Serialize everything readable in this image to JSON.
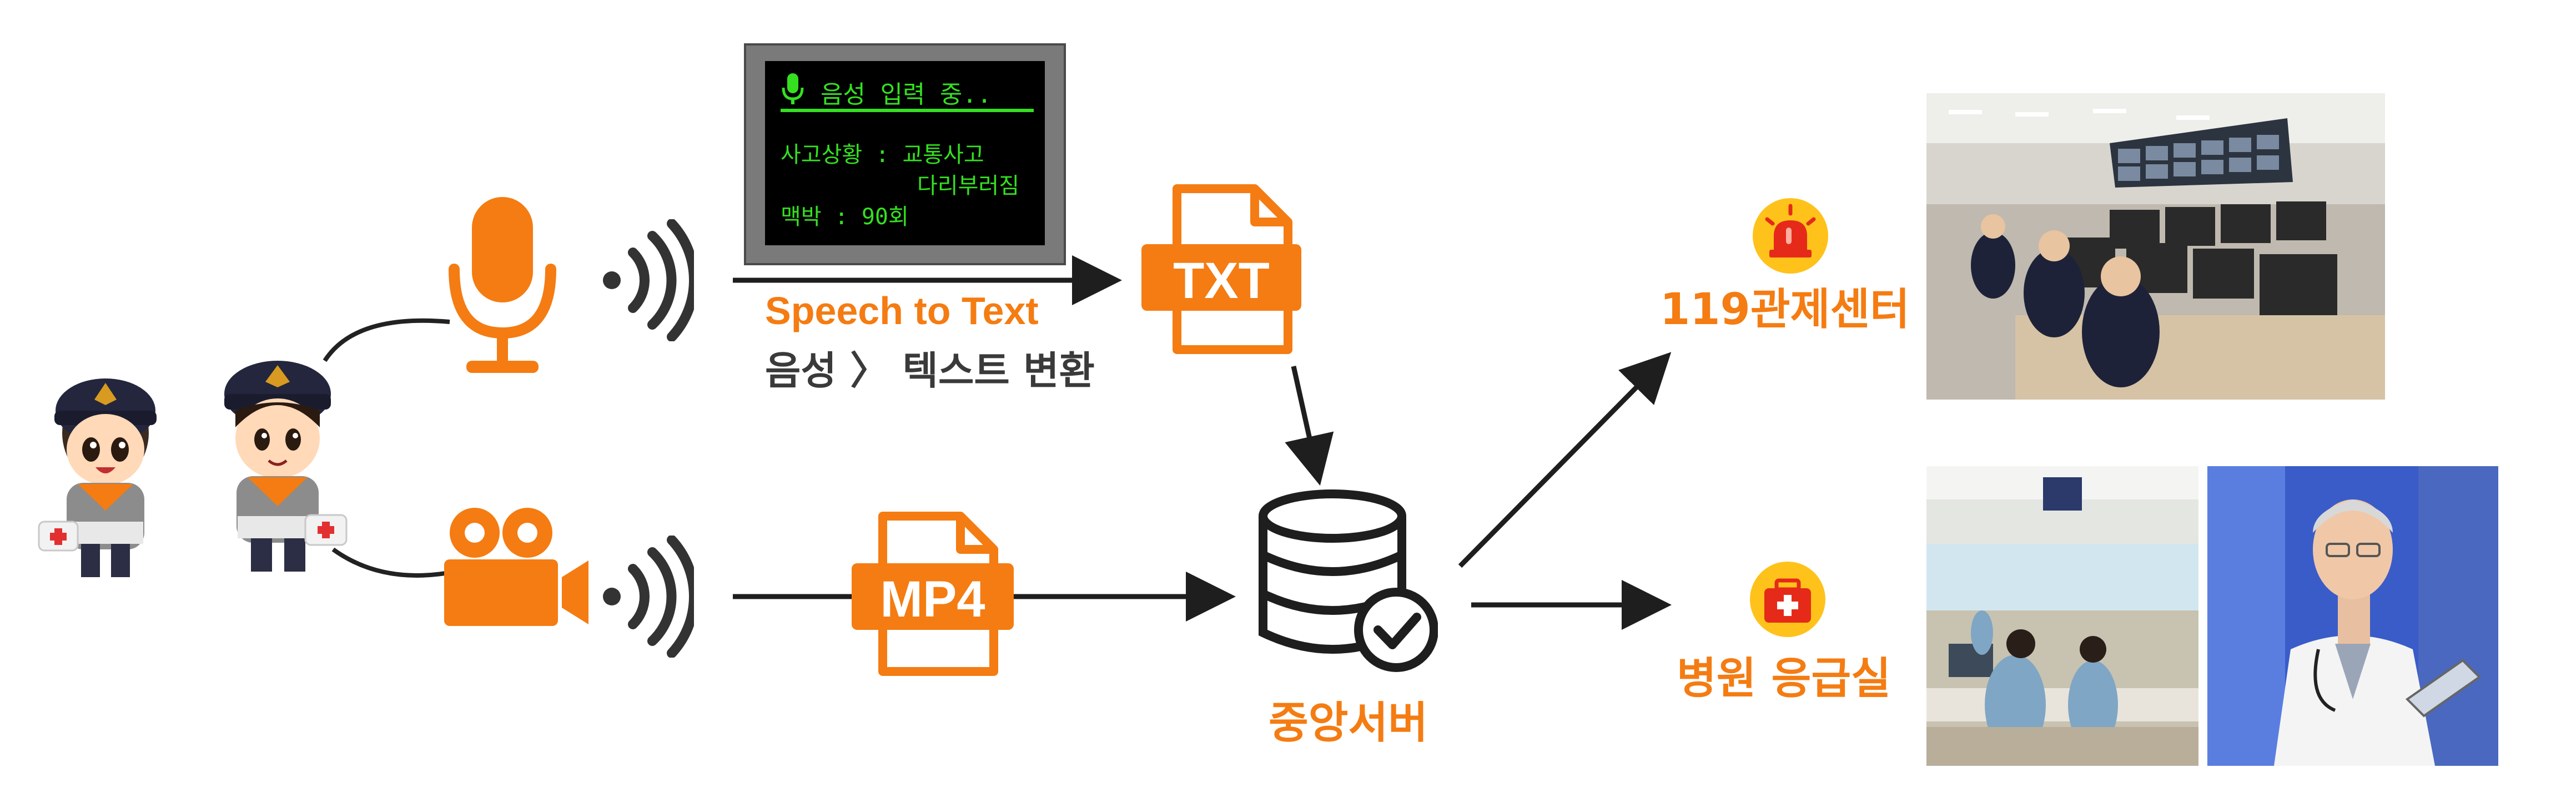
{
  "terminal": {
    "title": "음성 입력 중..",
    "line1": "사고상황 : 교통사고",
    "line2": "다리부러짐",
    "line3": "맥박 : 90회"
  },
  "stt": {
    "title": "Speech to Text",
    "subtitle": "음성 〉 텍스트 변환"
  },
  "file_icons": {
    "txt": "TXT",
    "mp4": "MP4"
  },
  "server": {
    "label": "중앙서버"
  },
  "destinations": {
    "control_center": "119관제센터",
    "hospital": "병원 응급실"
  },
  "icons": [
    "firefighter-mascot-icon",
    "microphone-icon",
    "video-camera-icon",
    "wireless-signal-icon",
    "txt-file-icon",
    "mp4-file-icon",
    "database-check-icon",
    "siren-icon",
    "first-aid-kit-icon"
  ],
  "colors": {
    "accent": "#f47c12",
    "terminal_text": "#34e020",
    "dark": "#2b2b2b"
  }
}
